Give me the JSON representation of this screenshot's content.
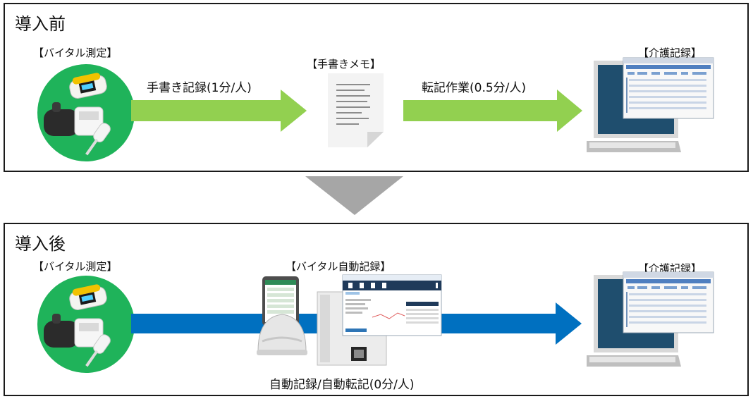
{
  "before": {
    "title": "導入前",
    "vital_label": "【バイタル測定】",
    "memo_label": "【手書きメモ】",
    "care_label": "【介護記録】",
    "arrow1_label": "手書き記録(1分/人)",
    "arrow2_label": "転記作業(0.5分/人)"
  },
  "after": {
    "title": "導入後",
    "vital_label": "【バイタル測定】",
    "auto_label": "【バイタル自動記録】",
    "care_label": "【介護記録】",
    "arrow_label": "自動記録/自動転記(0分/人)"
  },
  "colors": {
    "green_arrow": "#92d050",
    "blue_arrow": "#0070c0",
    "gray_arrow": "#a6a6a6",
    "circle_green": "#1fb35a",
    "monitor_screen": "#1f4e6e",
    "device_yellow": "#f2c200"
  }
}
